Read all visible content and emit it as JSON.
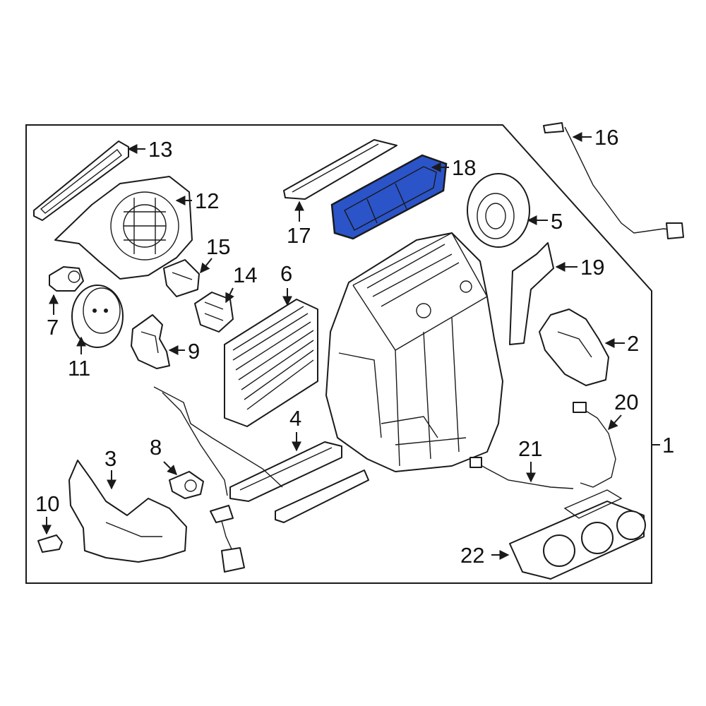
{
  "colors": {
    "highlight": "#2b54c9",
    "line": "#1a1a1a",
    "background": "#ffffff"
  },
  "callouts": {
    "c1": "1",
    "c2": "2",
    "c3": "3",
    "c4": "4",
    "c5": "5",
    "c6": "6",
    "c7": "7",
    "c8": "8",
    "c9": "9",
    "c10": "10",
    "c11": "11",
    "c12": "12",
    "c13": "13",
    "c14": "14",
    "c15": "15",
    "c16": "16",
    "c17": "17",
    "c18": "18",
    "c19": "19",
    "c20": "20",
    "c21": "21",
    "c22": "22"
  },
  "highlighted_part": "18"
}
